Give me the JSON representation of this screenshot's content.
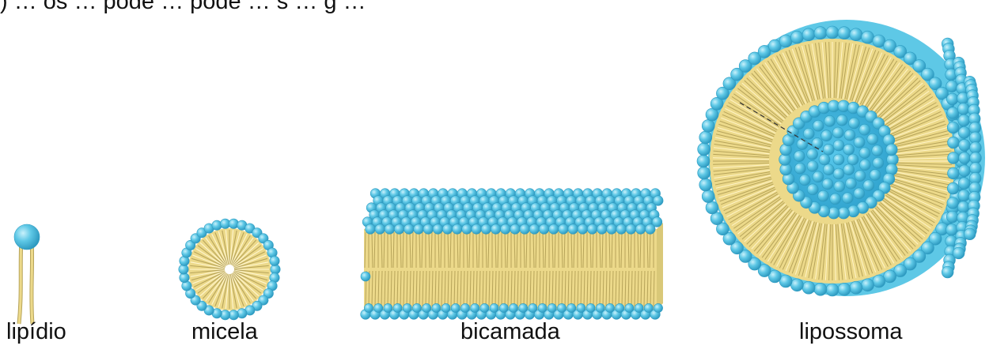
{
  "header_fragment": ") … os … pode … pode … s … g …",
  "figures": {
    "lipid": {
      "label": "lipídio"
    },
    "micelle": {
      "label": "micela"
    },
    "bilayer": {
      "label": "bicamada"
    },
    "liposome": {
      "label": "lipossoma"
    }
  },
  "colors": {
    "head": "#5ec8e6",
    "head_dark": "#2e9cc2",
    "tail": "#ecd98a",
    "tail_dark": "#b7a45a",
    "inner_aqueous": "#3bb4dd"
  },
  "icons": [
    "lipid-molecule-icon",
    "micelle-icon",
    "bilayer-icon",
    "liposome-icon"
  ]
}
